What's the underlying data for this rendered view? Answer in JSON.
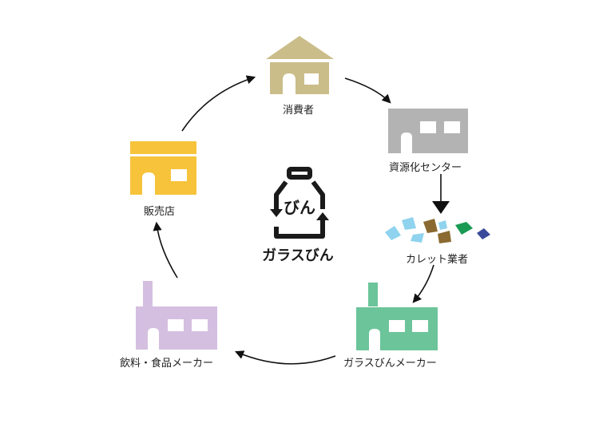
{
  "nodes": {
    "consumer": "消費者",
    "recycle_center": "資源化センター",
    "cullet": "カレット業者",
    "glass_maker": "ガラスびんメーカー",
    "food_maker": "飲料・食品メーカー",
    "shop": "販売店"
  },
  "center": {
    "mark_text": "びん",
    "title": "ガラスびん"
  },
  "colors": {
    "consumer": "#cbbd8a",
    "recycle_center": "#b3b3b3",
    "glass_maker": "#6cc49a",
    "food_maker": "#d4bfe0",
    "shop": "#f6c33b",
    "cullet_light_blue": "#8fd3ee",
    "cullet_brown": "#8a6a30",
    "cullet_green": "#1a9a52",
    "cullet_navy": "#3a4a9a"
  }
}
